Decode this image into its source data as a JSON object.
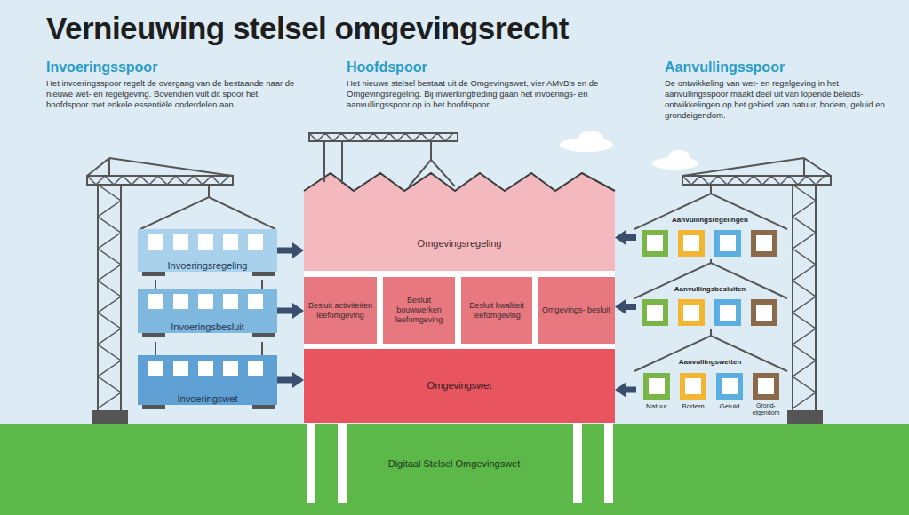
{
  "diagram": {
    "title": "Vernieuwing stelsel omgevingsrecht",
    "nodes": [
      {
        "text": [
          "Invoeringsregeling"
        ]
      },
      {
        "text": [
          "Invoeringsbesluit"
        ]
      },
      {
        "text": [
          "Invoeringswet"
        ]
      },
      {
        "text": [
          "Omgevingsregeling"
        ]
      },
      {
        "text": [
          "Besluit activiteiten leefomgeving"
        ]
      },
      {
        "text": [
          "Besluit bouwwerken leefomgeving"
        ]
      },
      {
        "text": [
          "Besluit kwaliteit leefomgeving"
        ]
      },
      {
        "text": [
          "Omgevings- besluit"
        ]
      },
      {
        "text": [
          "Omgevingswet"
        ]
      },
      {
        "text": [
          "Digitaal Stelsel Omgevingswet"
        ]
      },
      {
        "text": [
          "Aanvullingsregelingen"
        ]
      },
      {
        "text": [
          "Aanvullingsbesluiten"
        ]
      },
      {
        "text": [
          "Aanvullingswetten"
        ]
      },
      {
        "text": [
          "Natuur"
        ],
        "in": 12
      },
      {
        "text": [
          "Bodem"
        ],
        "in": 12
      },
      {
        "text": [
          "Geluid"
        ],
        "in": 12
      },
      {
        "text": [
          "Grond- eigendom"
        ],
        "in": 12
      }
    ],
    "edges": [
      {
        "from": 0,
        "to": 3,
        "arrow": "to"
      },
      {
        "from": 1,
        "to": 4,
        "arrow": "to"
      },
      {
        "from": 2,
        "to": 8,
        "arrow": "to"
      },
      {
        "from": 10,
        "to": 3,
        "arrow": "to"
      },
      {
        "from": 11,
        "to": 7,
        "arrow": "to"
      },
      {
        "from": 12,
        "to": 8,
        "arrow": "to"
      }
    ],
    "labels": [
      "Invoeringsspoor",
      "Het invoeringsspoor regelt de overgang van de bestaande naar de nieuwe wet- en regelgeving. Bovendien vult dit spoor het hoofdspoor met enkele essentiële onderdelen aan.",
      "Hoofdspoor",
      "Het nieuwe stelsel bestaat uit de Omgevingswet, vier AMvB's en de Omgevingsregeling. Bij inwerkingtreding gaan het invoerings- en aanvullingsspoor op in het hoofdspoor.",
      "Aanvullingsspoor",
      "De ontwikkeling van wet- en regelgeving in het aanvullingsspoor maakt deel uit van lopende beleids- ontwikkelingen op het gebied van natuur, bodem, geluid en grondeigendom."
    ]
  }
}
